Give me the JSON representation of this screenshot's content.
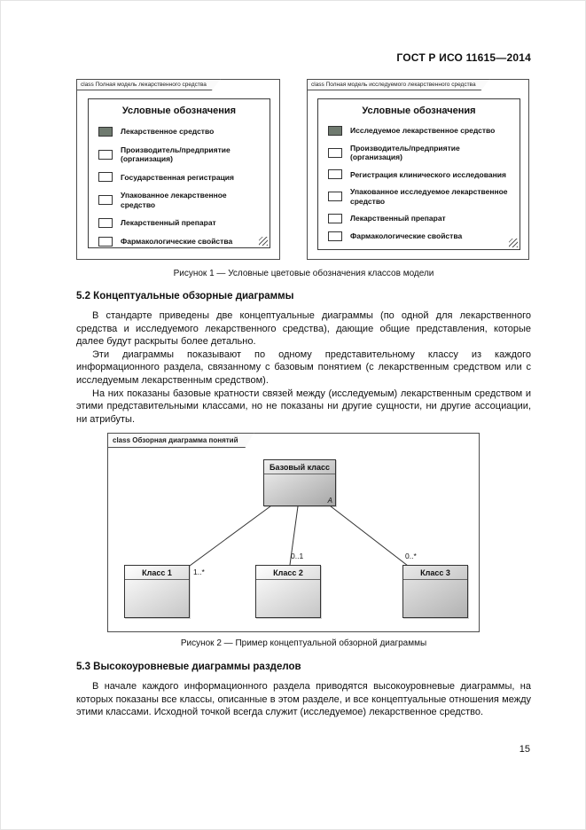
{
  "page": {
    "header": "ГОСТ Р ИСО 11615—2014",
    "page_number": "15"
  },
  "colors": {
    "swatch_filled": "#6f7a6f",
    "swatch_empty": "#ffffff"
  },
  "figure1": {
    "caption": "Рисунок 1 — Условные цветовые обозначения классов модели",
    "left_frame": {
      "tab": "class Полная модель лекарственного средства",
      "legend_title": "Условные обозначения",
      "items": [
        {
          "label": "Лекарственное средство",
          "filled": true
        },
        {
          "label": "Производитель/предприятие (организация)",
          "filled": false
        },
        {
          "label": "Государственная регистрация",
          "filled": false
        },
        {
          "label": "Упакованное лекарственное средство",
          "filled": false
        },
        {
          "label": "Лекарственный препарат",
          "filled": false
        },
        {
          "label": "Фармакологические свойства",
          "filled": false
        }
      ]
    },
    "right_frame": {
      "tab": "class Полная модель исследуемого лекарственного средства",
      "legend_title": "Условные обозначения",
      "items": [
        {
          "label": "Исследуемое лекарственное средство",
          "filled": true
        },
        {
          "label": "Производитель/предприятие (организация)",
          "filled": false
        },
        {
          "label": "Регистрация клинического исследования",
          "filled": false
        },
        {
          "label": "Упакованное исследуемое лекарственное средство",
          "filled": false
        },
        {
          "label": "Лекарственный препарат",
          "filled": false
        },
        {
          "label": "Фармакологические свойства",
          "filled": false
        }
      ]
    }
  },
  "section52": {
    "heading": "5.2 Концептуальные обзорные диаграммы",
    "paragraphs": [
      "В стандарте приведены две концептуальные диаграммы (по одной для лекарственного средства и исследуемого лекарственного средства), дающие общие представления, которые далее будут раскрыты более детально.",
      "Эти диаграммы показывают по одному представительному классу из каждого информационного раздела, связанному с базовым понятием (с лекарственным средством или с исследуемым лекарственным средством).",
      "На них показаны базовые кратности связей между (исследуемым) лекарственным средством и этими представительными классами, но не показаны ни другие сущности, ни другие ассоциации, ни атрибуты."
    ]
  },
  "figure2": {
    "tab": "class Обзорная диаграмма понятий",
    "base_class": "Базовый класс",
    "behavior_marker": "A",
    "classes": [
      "Класс 1",
      "Класс 2",
      "Класс 3"
    ],
    "multiplicities": [
      "1..*",
      "0..1",
      "0..*"
    ],
    "caption": "Рисунок 2 — Пример концептуальной обзорной диаграммы"
  },
  "section53": {
    "heading": "5.3 Высокоуровневые диаграммы разделов",
    "paragraphs": [
      "В начале каждого информационного раздела приводятся высокоуровневые диаграммы, на которых показаны все классы, описанные в этом разделе, и все концептуальные отношения между этими классами. Исходной точкой всегда служит (исследуемое) лекарственное средство."
    ]
  }
}
